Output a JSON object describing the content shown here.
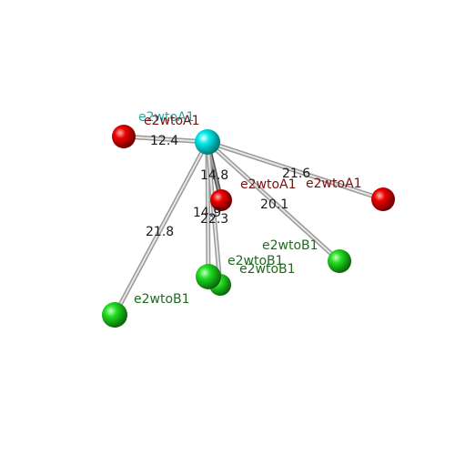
{
  "colors": {
    "center": "#00e5e5",
    "oxygen": "#ff0000",
    "partner": "#22dd22",
    "label_a_center": "#2aa5a5",
    "label_a": "#7a1010",
    "label_b": "#1f6b1f",
    "bond": "#c8c8c8",
    "distance_text": "#1a1a1a"
  },
  "labels": {
    "center_label": "e2wtoA1",
    "a_top_left": "e2wtoA1",
    "a_mid": "e2wtoA1",
    "a_right": "e2wtoA1",
    "b_right": "e2wtoB1",
    "b_mid_1": "e2wtoB1",
    "b_mid_2": "e2wtoB1",
    "b_bottom_left": "e2wtoB1"
  },
  "distances": {
    "to_top_left": "12.4",
    "to_mid_red": "14.8",
    "to_right_red": "21.6",
    "to_right_green": "20.1",
    "to_mid_green_a": "14.9",
    "to_mid_green_b": "22.3",
    "to_bottom_left": "21.8"
  }
}
